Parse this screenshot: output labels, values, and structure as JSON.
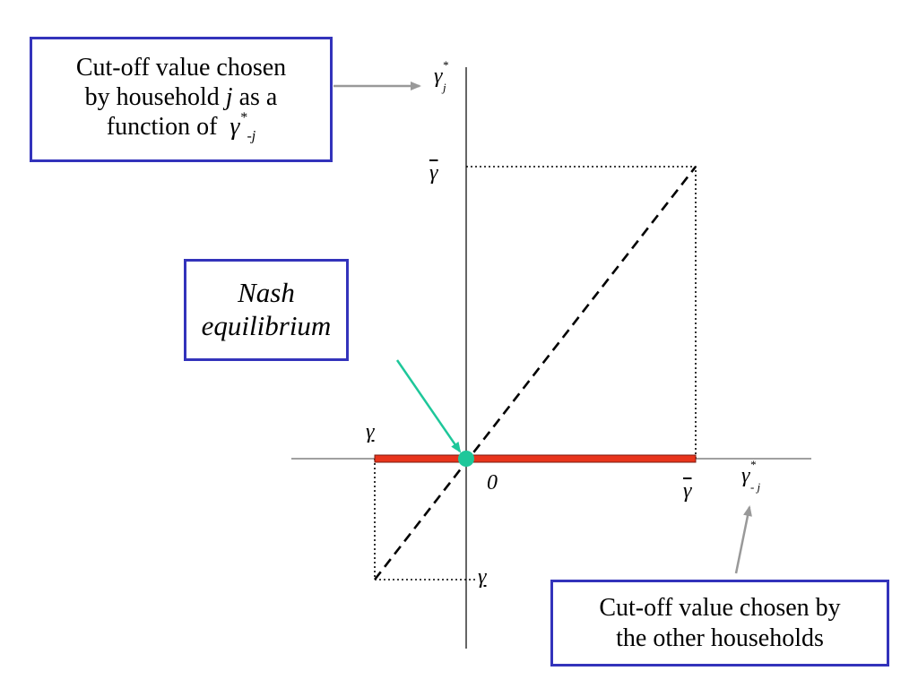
{
  "callouts": {
    "household_j": {
      "line1": "Cut-off value chosen",
      "line2_prefix": "by household ",
      "line2_var": "j",
      "line2_suffix": " as a",
      "line3_prefix": "function of ",
      "line3_symbol": "γ",
      "line3_sup": "*",
      "line3_sub": "-j"
    },
    "nash": {
      "line1": "Nash",
      "line2": "equilibrium"
    },
    "others": {
      "line1": "Cut-off value chosen by",
      "line2": "the other households"
    }
  },
  "axes": {
    "y_label": {
      "symbol": "γ",
      "sup": "*",
      "sub": "j"
    },
    "x_label": {
      "symbol": "γ",
      "sup": "*",
      "sub": "- j"
    },
    "origin_label": "0"
  },
  "ticks": {
    "gamma_upper_y": "γ",
    "gamma_upper_x": "γ",
    "gamma_lower_top": "γ",
    "gamma_lower_bottom": "γ"
  },
  "colors": {
    "callout_border": "#3333bb",
    "equilibrium_segment": "#e8341c",
    "equilibrium_segment_outline": "#7a1a10",
    "nash_point": "#1ec79a",
    "nash_arrow": "#1ec79a",
    "pointer_arrow": "#999999",
    "axis": "#808080"
  }
}
